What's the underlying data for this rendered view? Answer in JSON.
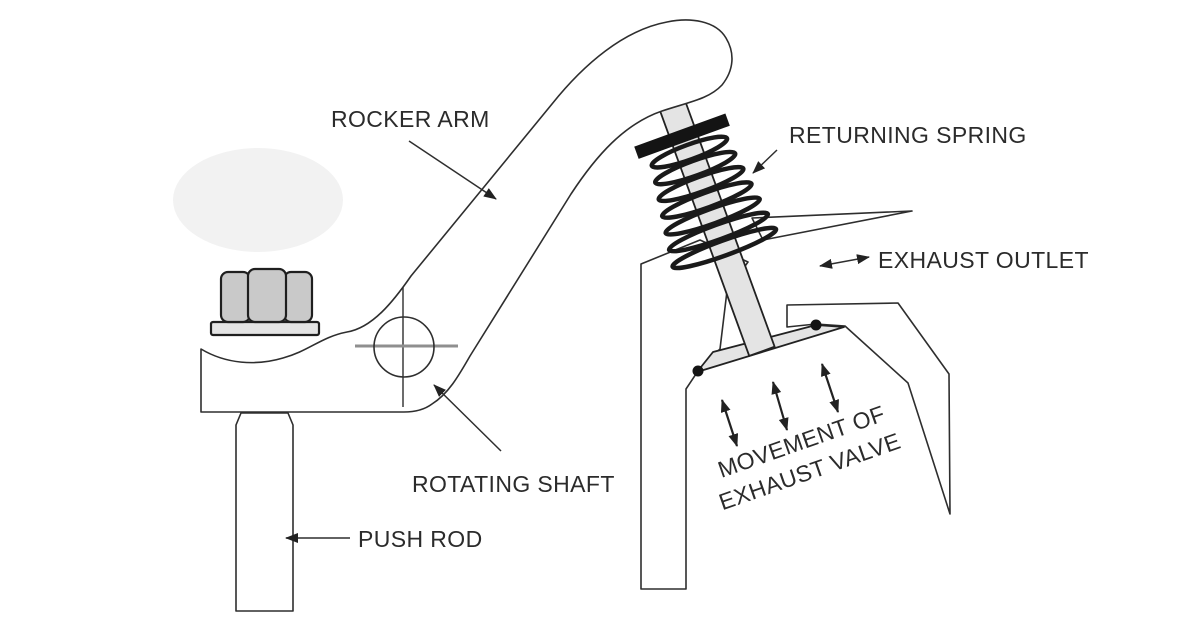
{
  "colors": {
    "background": "#ffffff",
    "line": "#2e2e2e",
    "text": "#2b2b2b",
    "metal_light": "#e4e4e4",
    "metal_mid": "#c9c9c9",
    "solid_black": "#141414"
  },
  "labels": {
    "rocker_arm": "ROCKER ARM",
    "returning_spring": "RETURNING SPRING",
    "exhaust_outlet": "EXHAUST OUTLET",
    "rotating_shaft": "ROTATING SHAFT",
    "push_rod": "PUSH ROD",
    "movement_line1": "MOVEMENT OF",
    "movement_line2": "EXHAUST VALVE"
  }
}
